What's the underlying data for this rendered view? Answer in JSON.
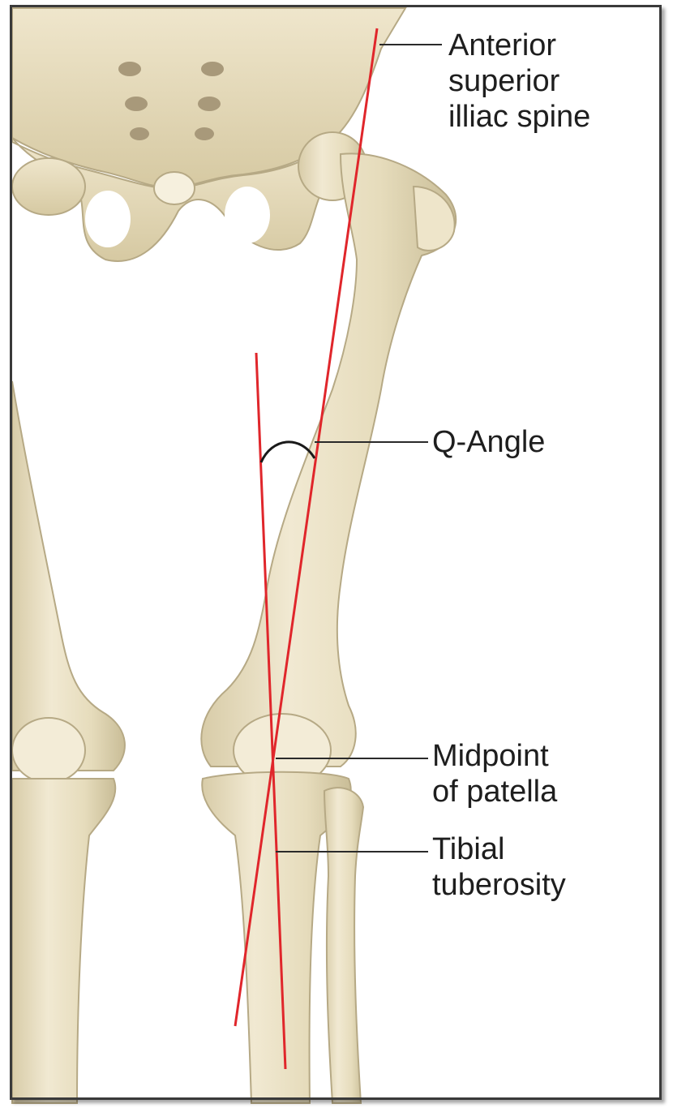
{
  "figure": {
    "colors": {
      "bone": "#ece3c9",
      "bone_shadow": "#c9bd97",
      "bone_outline": "#b6a985",
      "axis_line": "#e0262b",
      "leader": "#2a2a2a",
      "background": "#ffffff",
      "frame": "#3a3a3a"
    },
    "labels": {
      "asis": "Anterior\nsuperior\nilliac spine",
      "q_angle": "Q-Angle",
      "patella": "Midpoint\nof patella",
      "tibial": "Tibial\ntuberosity"
    }
  }
}
